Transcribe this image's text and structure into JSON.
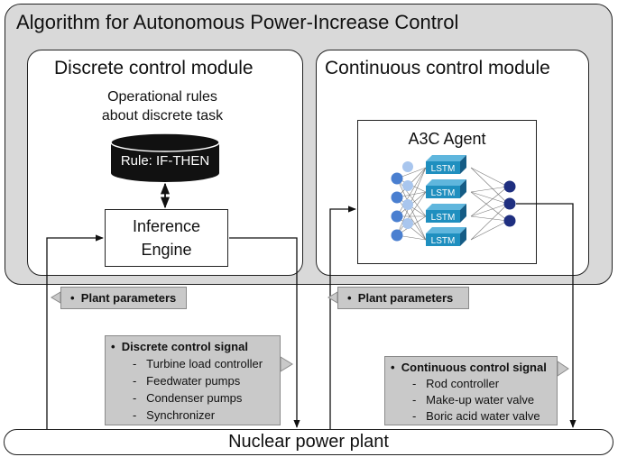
{
  "title": "Algorithm for Autonomous Power-Increase Control",
  "discrete_module": {
    "title": "Discrete control module",
    "rules_caption_line1": "Operational rules",
    "rules_caption_line2": "about discrete task",
    "database_label": "Rule: IF-THEN",
    "engine_line1": "Inference",
    "engine_line2": "Engine"
  },
  "continuous_module": {
    "title": "Continuous control module",
    "agent_title": "A3C Agent",
    "lstm_label": "LSTM"
  },
  "plant_parameters_label": "Plant parameters",
  "discrete_signal": {
    "heading": "Discrete control signal",
    "items": [
      "Turbine load controller",
      "Feedwater pumps",
      "Condenser pumps",
      "Synchronizer"
    ]
  },
  "continuous_signal": {
    "heading": "Continuous control signal",
    "items": [
      "Rod controller",
      "Make-up water valve",
      "Boric acid water valve"
    ]
  },
  "plant_label": "Nuclear power plant",
  "colors": {
    "outer_panel": "#d9d9d9",
    "callout": "#c9c9c9",
    "neuron_input": "#4a7fd0",
    "neuron_output": "#1f2f80",
    "lstm_block": "#1f8fbf",
    "database": "#111111"
  }
}
